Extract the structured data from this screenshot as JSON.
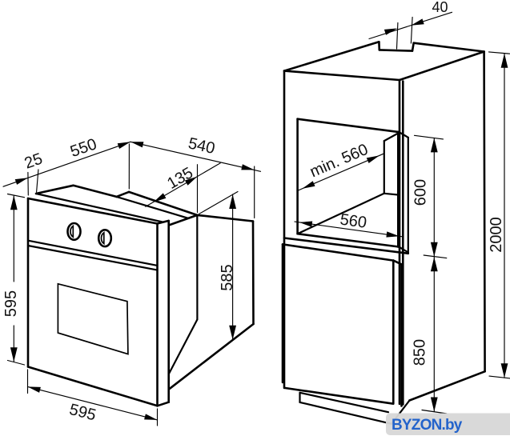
{
  "title": "Built-in oven installation dimensions diagram",
  "colors": {
    "line": "#000000",
    "background": "#ffffff",
    "watermark_text": "#2363cb",
    "watermark_band": "#d7d7d7"
  },
  "oven": {
    "view": "oven axonometric front view",
    "dims": {
      "d25": "25",
      "d550": "550",
      "d540": "540",
      "d135": "135",
      "d595_left": "595",
      "d585": "585",
      "d595_bottom": "595"
    }
  },
  "cabinet": {
    "view": "tall housing unit with oven niche",
    "dims": {
      "d40": "40",
      "dmin560": "min. 560",
      "d600": "600",
      "d560": "560",
      "d2000": "2000",
      "d850": "850"
    }
  },
  "watermark": {
    "text": "BYZON.by"
  }
}
